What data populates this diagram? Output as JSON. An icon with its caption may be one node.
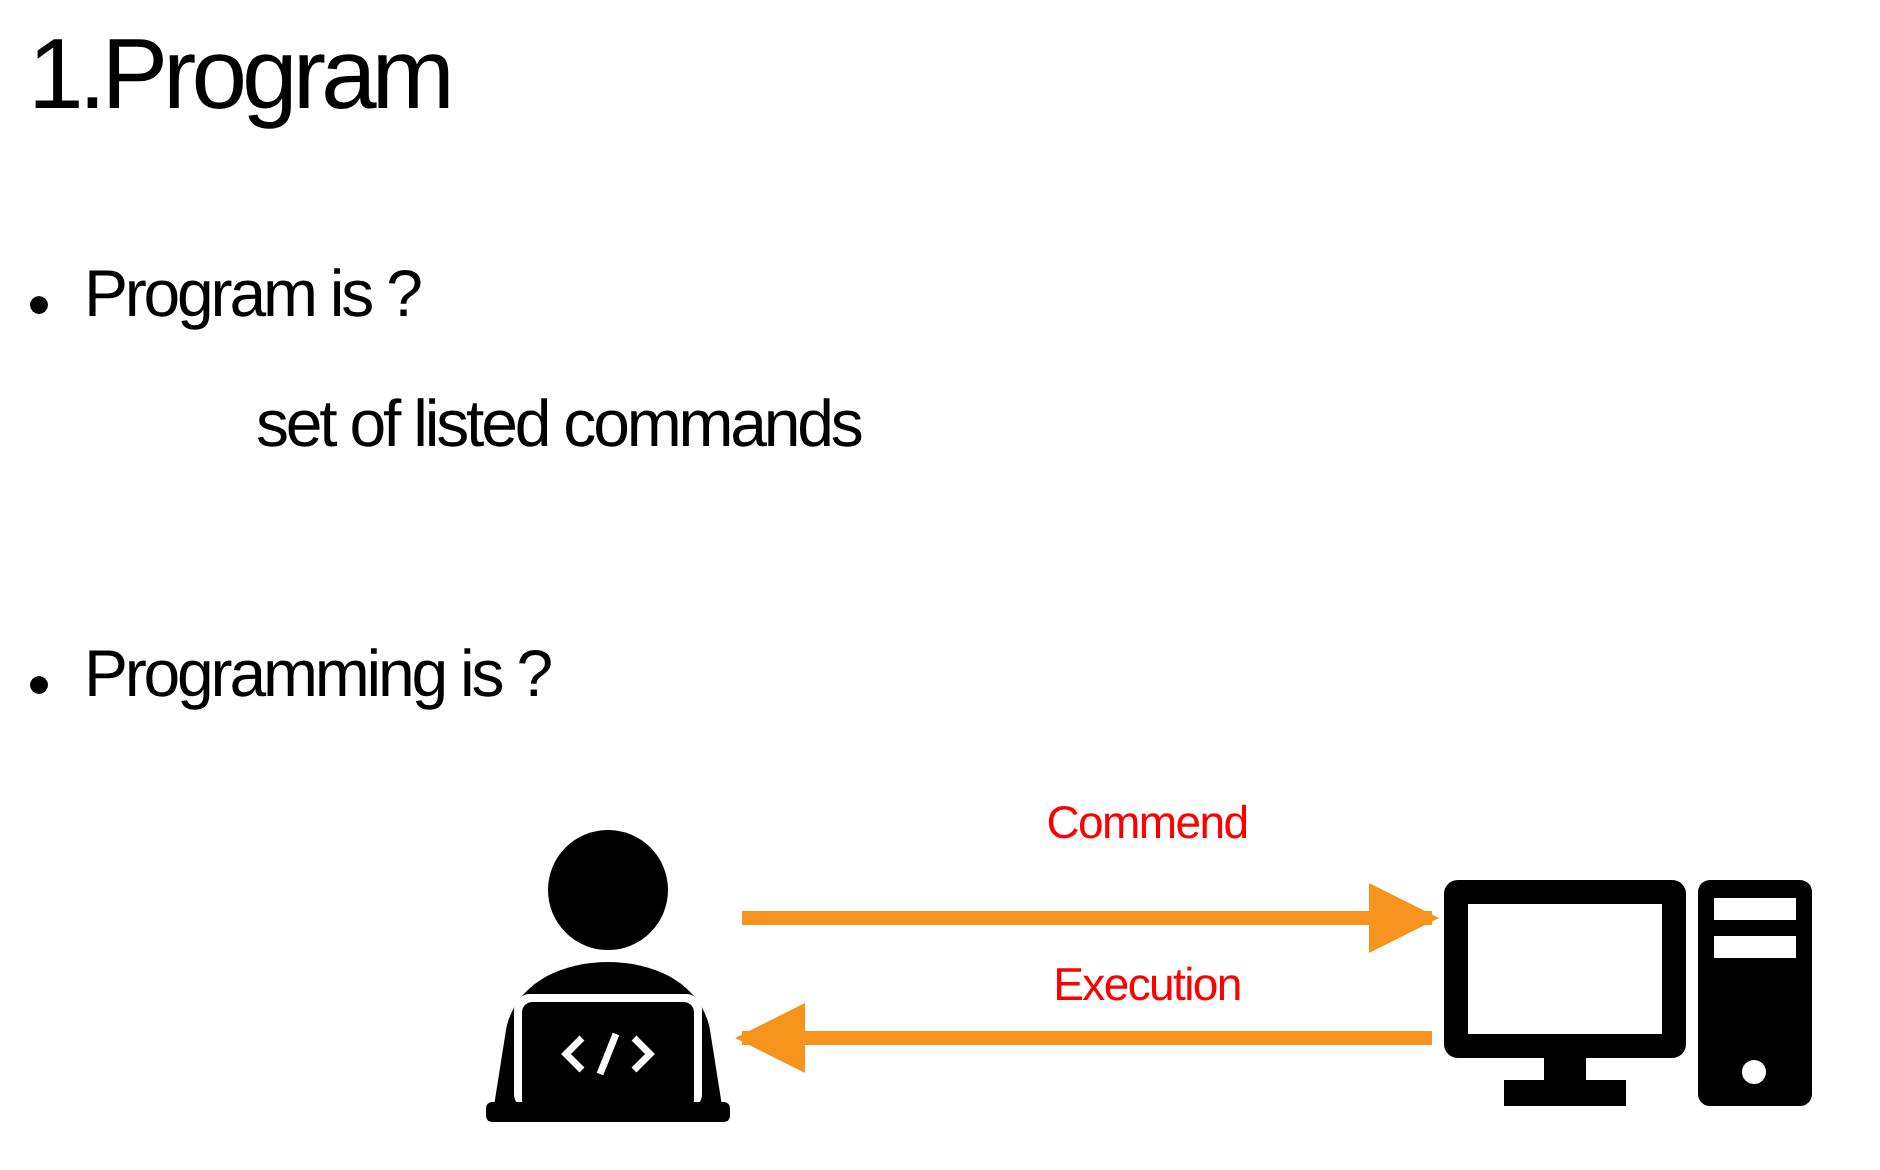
{
  "diagram": {
    "title": "1.Program",
    "nodes": [
      {
        "text": [],
        "shape": "person"
      },
      {
        "text": [],
        "shape": "computer"
      }
    ],
    "edges": [
      {
        "from": 0,
        "to": 1,
        "arrow": "to",
        "label": "Commend"
      },
      {
        "from": 1,
        "to": 0,
        "arrow": "to",
        "label": "Execution"
      }
    ],
    "labels": [
      "Program is ?",
      "set of listed commands",
      "Programming is ?"
    ]
  }
}
